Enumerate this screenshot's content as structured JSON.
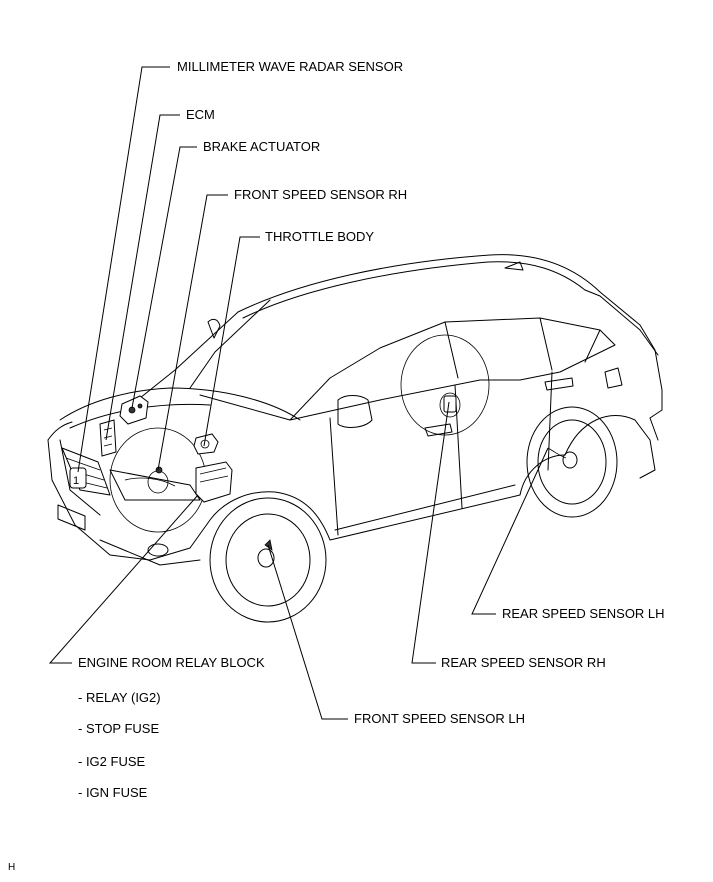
{
  "labels": {
    "millimeter_wave_radar_sensor": "MILLIMETER WAVE RADAR SENSOR",
    "ecm": "ECM",
    "brake_actuator": "BRAKE ACTUATOR",
    "front_speed_sensor_rh": "FRONT SPEED SENSOR RH",
    "throttle_body": "THROTTLE BODY",
    "rear_speed_sensor_lh": "REAR SPEED SENSOR LH",
    "engine_room_relay_block": "ENGINE ROOM RELAY BLOCK",
    "rear_speed_sensor_rh": "REAR SPEED SENSOR RH",
    "front_speed_sensor_lh": "FRONT SPEED SENSOR LH"
  },
  "relay_block_items": [
    "- RELAY (IG2)",
    "- STOP FUSE",
    "- IG2 FUSE",
    "- IGN FUSE"
  ],
  "corner_code": "H"
}
